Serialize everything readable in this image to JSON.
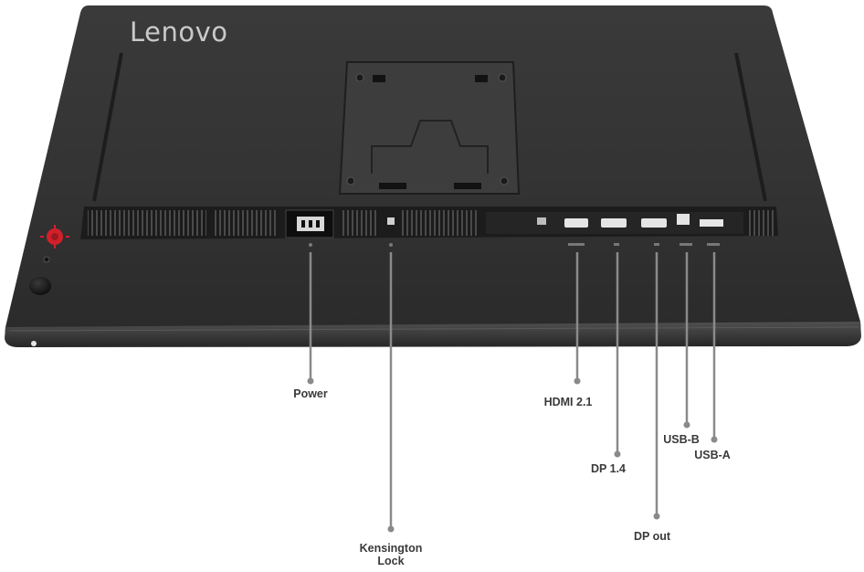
{
  "brand": {
    "logo_text": "Lenovo"
  },
  "ports": {
    "power": "Power",
    "kensington_line1": "Kensington",
    "kensington_line2": "Lock",
    "hdmi": "HDMI 2.1",
    "dp_in": "DP 1.4",
    "dp_out": "DP out",
    "usb_b": "USB-B",
    "usb_a": "USB-A"
  },
  "colors": {
    "chassis": "#2e2e2e",
    "port_bar": "#1c1c1c",
    "leader": "#8a8a8a",
    "label": "#3a3a3a",
    "power_button": "#d2202b"
  }
}
